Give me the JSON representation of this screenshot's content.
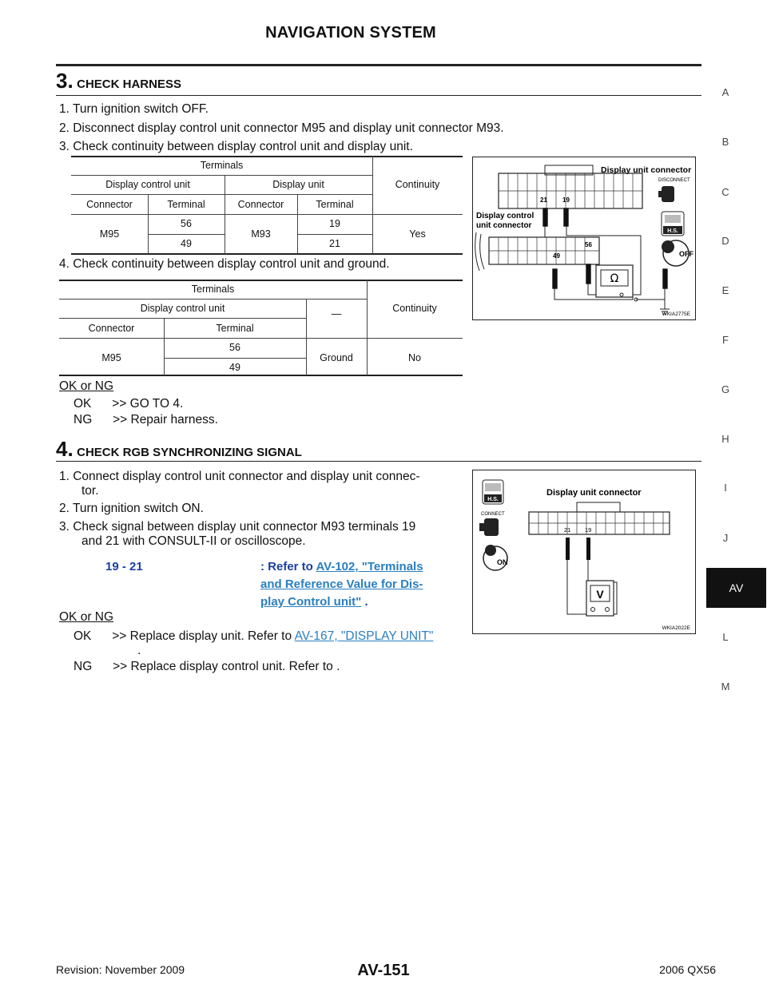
{
  "header": {
    "title": "NAVIGATION SYSTEM"
  },
  "side_index": [
    "A",
    "B",
    "C",
    "D",
    "E",
    "F",
    "G",
    "H",
    "I",
    "J",
    "AV",
    "L",
    "M"
  ],
  "section3": {
    "number": "3.",
    "title": "CHECK HARNESS",
    "steps": [
      "1. Turn ignition switch OFF.",
      "2. Disconnect display control unit connector M95 and display unit connector M93.",
      "3. Check continuity between display control unit and display unit."
    ],
    "table1": {
      "terminals": "Terminals",
      "continuity": "Continuity",
      "dcu": "Display control unit",
      "du": "Display unit",
      "connector": "Connector",
      "terminal": "Terminal",
      "c1": "M95",
      "t1a": "56",
      "t1b": "49",
      "c2": "M93",
      "t2a": "19",
      "t2b": "21",
      "result": "Yes"
    },
    "step4": "4. Check continuity between display control unit and ground.",
    "table2": {
      "terminals": "Terminals",
      "continuity": "Continuity",
      "dcu": "Display control unit",
      "dash": "—",
      "connector": "Connector",
      "terminal": "Terminal",
      "c1": "M95",
      "t1a": "56",
      "t1b": "49",
      "ground": "Ground",
      "result": "No"
    },
    "ok_ng": "OK or NG",
    "ok": "OK      >> GO TO 4.",
    "ng": "NG      >> Repair harness.",
    "figure": {
      "title": "Display unit connector",
      "disconnect": "DISCONNECT",
      "dcu_label1": "Display control",
      "dcu_label2": "unit connector",
      "pins": [
        "21",
        "19",
        "49",
        "56"
      ],
      "hs": "H.S.",
      "off": "OFF",
      "ohm": "Ω",
      "code": "WKIA2775E"
    }
  },
  "section4": {
    "number": "4.",
    "title": "CHECK RGB SYNCHRONIZING SIGNAL",
    "steps": [
      "1. Connect display control unit connector and display unit connec-",
      "tor.",
      "2. Turn ignition switch ON.",
      "3. Check signal between display unit connector M93 terminals 19",
      "and 21 with CONSULT-II or oscilloscope."
    ],
    "ref_left": "19 - 21",
    "ref_prefix": ": Refer to ",
    "ref_link1": "AV-102, \"Terminals",
    "ref_link2": "and Reference Value for Dis-",
    "ref_link3": "play Control unit\"",
    "ref_dot": " .",
    "ok_ng": "OK or NG",
    "ok_prefix": "OK      >> Replace display unit. Refer to ",
    "ok_link": "AV-167, \"DISPLAY UNIT\"",
    "ok_dot": ".",
    "ng": "NG      >> Replace display control unit. Refer to .",
    "figure": {
      "title": "Display unit connector",
      "hs": "H.S.",
      "connect": "CONNECT",
      "on": "ON",
      "pins": [
        "21",
        "19"
      ],
      "v": "V",
      "code": "WKIA2022E"
    }
  },
  "footer": {
    "revision": "Revision: November 2009",
    "page": "AV-151",
    "model": "2006 QX56"
  }
}
